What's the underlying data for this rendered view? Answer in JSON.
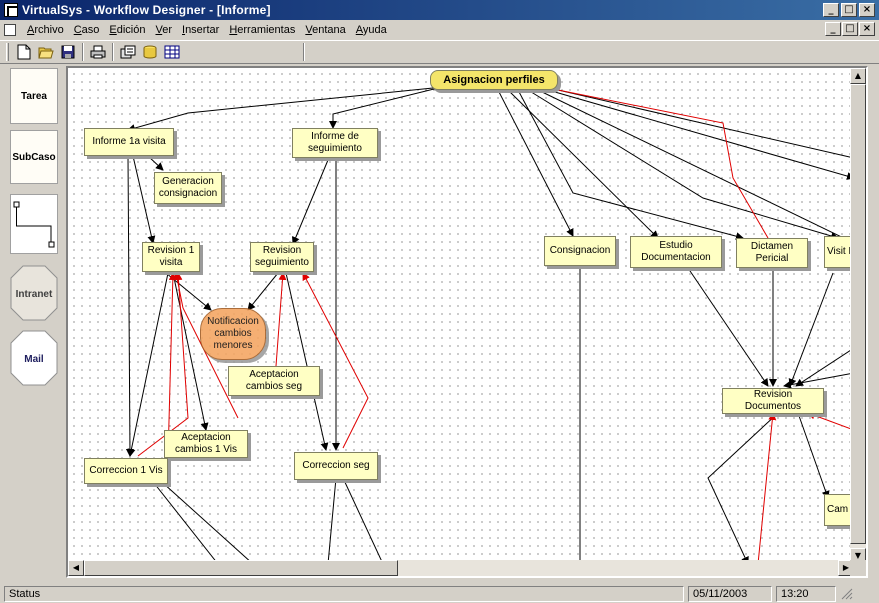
{
  "window": {
    "title": "VirtualSys - Workflow Designer - [Informe]",
    "minimize": "_",
    "maximize": "□",
    "close": "×"
  },
  "menu": [
    "Archivo",
    "Caso",
    "Edición",
    "Ver",
    "Insertar",
    "Herramientas",
    "Ventana",
    "Ayuda"
  ],
  "palette": {
    "tarea": "Tarea",
    "subcaso": "SubCaso",
    "intranet": "Intranet",
    "mail": "Mail"
  },
  "nodes": {
    "asignacion": "Asignacion perfiles",
    "informe_1a": "Informe 1a visita",
    "informe_seg": "Informe de seguimiento",
    "generacion": "Generacion consignacion",
    "revision1": "Revision 1 visita",
    "revision_seg": "Revision seguimiento",
    "notificacion": "Notificacion cambios menores",
    "aceptacion_seg": "Aceptacion cambios seg",
    "aceptacion1": "Aceptacion cambios 1 Vis",
    "correccion1": "Correccion 1 Vis",
    "correccion_seg": "Correccion seg",
    "consignacion": "Consignacion",
    "estudio": "Estudio Documentacion",
    "dictamen": "Dictamen Pericial",
    "visita_partial": "Visit F",
    "revision_docs": "Revision Documentos",
    "cam_partial": "Cam In"
  },
  "status": {
    "text": "Status",
    "date": "05/11/2003",
    "time": "13:20"
  },
  "icons": [
    "new-icon",
    "open-icon",
    "save-icon",
    "print-icon",
    "properties-icon",
    "database-icon",
    "grid-icon"
  ],
  "colors": {
    "titlebar": "#0a246a",
    "node_fill": "#ffffc4",
    "link_black": "#000000",
    "link_red": "#e00000",
    "highlight_node": "#f4a460"
  }
}
